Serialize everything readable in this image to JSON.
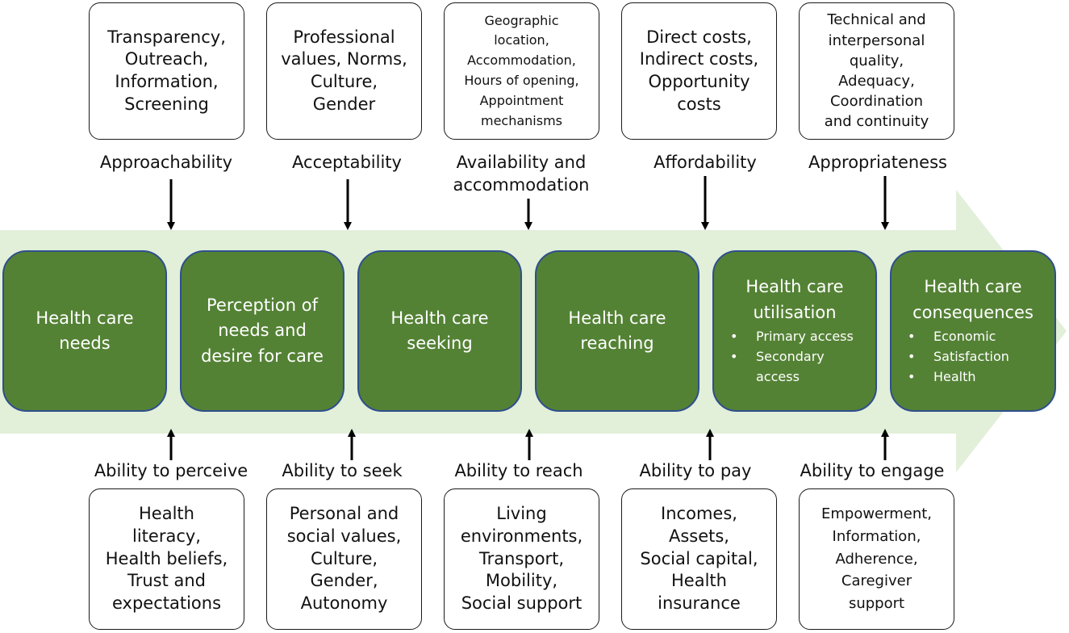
{
  "colors": {
    "stage_fill": "#548235",
    "stage_border": "#2f4f8c",
    "band_fill": "#e2efd9",
    "text": "#111111"
  },
  "top_boxes": [
    {
      "text": "Transparency,\nOutreach,\nInformation,\nScreening"
    },
    {
      "text": "Professional\nvalues, Norms,\nCulture,\nGender"
    },
    {
      "text": "Geographic\nlocation,\nAccommodation,\nHours of opening,\nAppointment\nmechanisms"
    },
    {
      "text": "Direct costs,\nIndirect costs,\nOpportunity\ncosts"
    },
    {
      "text": "Technical and\ninterpersonal\nquality,\nAdequacy,\nCoordination\nand continuity"
    }
  ],
  "top_labels": [
    "Approachability",
    "Acceptability",
    "Availability and\naccommodation",
    "Affordability",
    "Appropriateness"
  ],
  "stages": [
    {
      "title": "Health care\nneeds",
      "bullets": []
    },
    {
      "title": "Perception of\nneeds and\ndesire for care",
      "bullets": []
    },
    {
      "title": "Health care\nseeking",
      "bullets": []
    },
    {
      "title": "Health care\nreaching",
      "bullets": []
    },
    {
      "title": "Health care\nutilisation",
      "bullets": [
        "Primary access",
        "Secondary\naccess"
      ]
    },
    {
      "title": "Health care\nconsequences",
      "bullets": [
        "Economic",
        "Satisfaction",
        "Health"
      ]
    }
  ],
  "bottom_labels": [
    "Ability to perceive",
    "Ability to seek",
    "Ability to reach",
    "Ability to pay",
    "Ability to engage"
  ],
  "bottom_boxes": [
    {
      "text": "Health\nliteracy,\nHealth beliefs,\nTrust and\nexpectations"
    },
    {
      "text": "Personal and\nsocial values,\nCulture,\nGender,\nAutonomy"
    },
    {
      "text": "Living\nenvironments,\nTransport,\nMobility,\nSocial support"
    },
    {
      "text": "Incomes,\nAssets,\nSocial capital,\nHealth\ninsurance"
    },
    {
      "text": "Empowerment,\nInformation,\nAdherence,\nCaregiver\nsupport"
    }
  ]
}
